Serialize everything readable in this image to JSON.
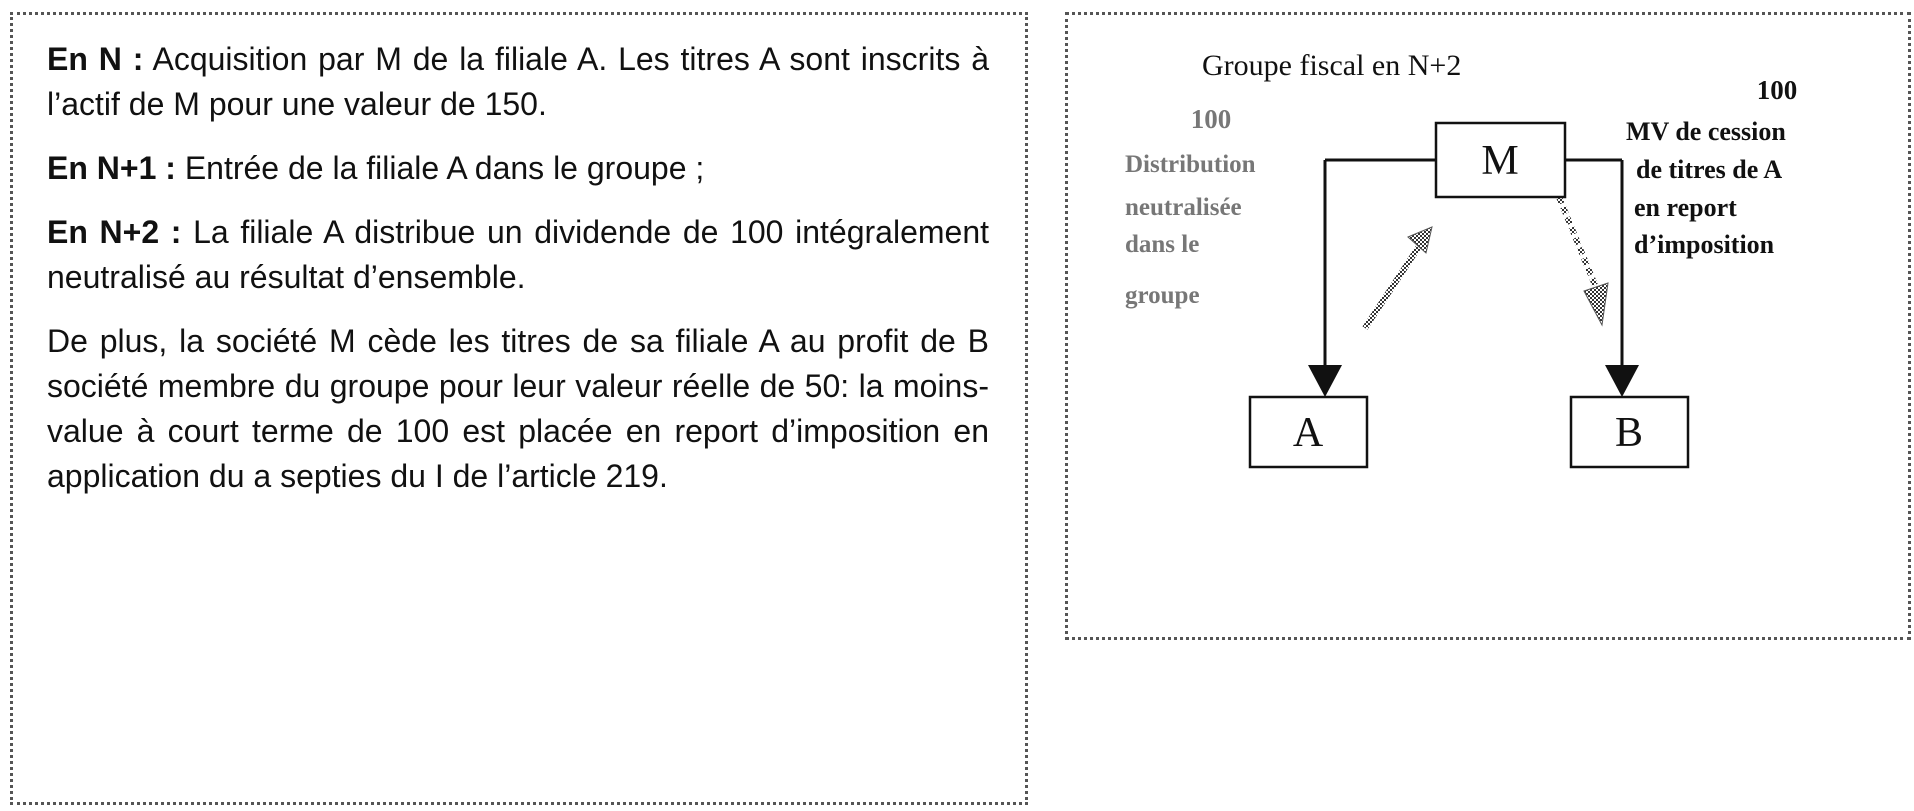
{
  "text_panel": {
    "paragraphs": [
      {
        "lead": "En N :",
        "body": " Acquisition par M de la filiale A. Les titres A sont inscrits à l’actif de M pour une valeur de 150."
      },
      {
        "lead": "En N+1 :",
        "body": " Entrée de la filiale A dans le groupe ;"
      },
      {
        "lead": "En N+2 :",
        "body": " La filiale A distribue un dividende de 100 intégralement neutralisé au résultat d’ensemble."
      },
      {
        "lead": "",
        "body": "De plus, la société M cède les titres de sa filiale A au profit de B société membre du groupe pour leur valeur réelle de 50: la moins-value à court terme de 100 est placée en report d’imposition en application du a septies du I de l’article 219."
      }
    ]
  },
  "diagram": {
    "title": "Groupe fiscal en N+2",
    "nodes": {
      "m": "M",
      "a": "A",
      "b": "B"
    },
    "left_label": {
      "amount": "100",
      "lines": [
        "Distribution",
        "neutralisée",
        "dans le",
        "groupe"
      ]
    },
    "right_label": {
      "amount": "100",
      "lines": [
        "MV de cession",
        "de titres de A",
        "en report",
        "d’imposition"
      ]
    }
  }
}
